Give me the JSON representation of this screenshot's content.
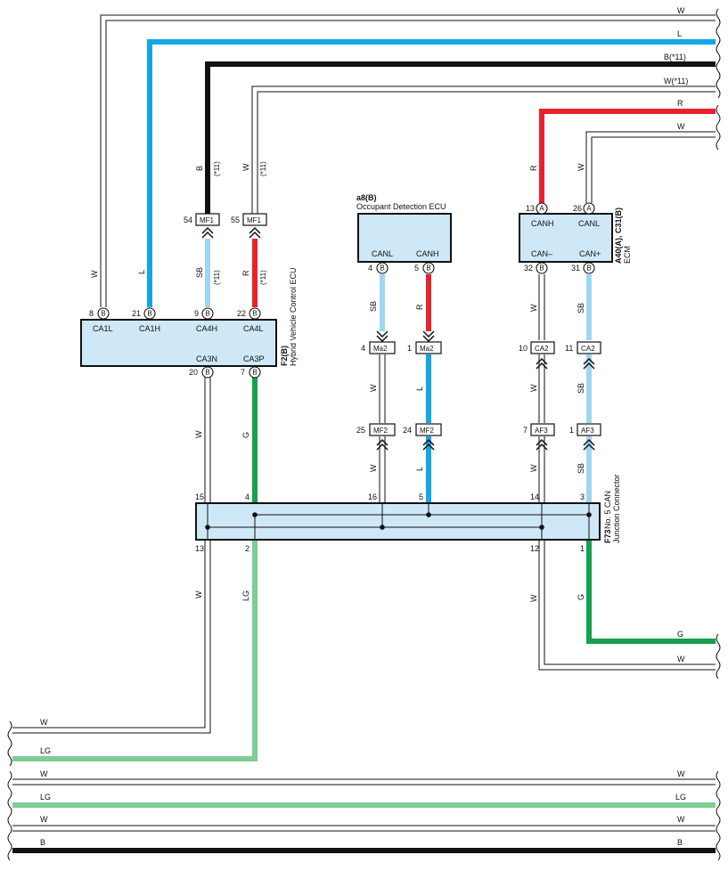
{
  "colors": {
    "blue": "#12a7e6",
    "light_blue": "#9fd6f2",
    "red": "#e8222b",
    "black": "#111111",
    "green": "#16a050",
    "light_green": "#7fcc95",
    "box_fill": "#cfe8f7"
  },
  "right_wires": [
    {
      "label": "W"
    },
    {
      "label": "L"
    },
    {
      "label": "B(*11)"
    },
    {
      "label": "W(*11)"
    },
    {
      "label": "R"
    },
    {
      "label": "W"
    },
    {
      "label": "G"
    },
    {
      "label": "W"
    }
  ],
  "left_wires": [
    {
      "label": "W"
    },
    {
      "label": "LG"
    }
  ],
  "bottom_bus": [
    {
      "left": "W",
      "right": "W"
    },
    {
      "left": "LG",
      "right": "LG"
    },
    {
      "left": "W",
      "right": "W"
    },
    {
      "left": "B",
      "right": "B"
    }
  ],
  "hv_ecu": {
    "code": "F2(B)",
    "name": "Hybrid Vehicle Control ECU",
    "top_pins": [
      {
        "num": "8",
        "tag": "B",
        "signal": "CA1L",
        "wire": "W"
      },
      {
        "num": "21",
        "tag": "B",
        "signal": "CA1H",
        "wire": "L"
      },
      {
        "num": "9",
        "tag": "B",
        "signal": "CA4H",
        "wire": "SB",
        "note": "(*11)"
      },
      {
        "num": "22",
        "tag": "B",
        "signal": "CA4L",
        "wire": "R",
        "note": "(*11)"
      }
    ],
    "bottom_pins": [
      {
        "num": "20",
        "tag": "B",
        "signal": "CA3N",
        "wire": "W"
      },
      {
        "num": "7",
        "tag": "B",
        "signal": "CA3P",
        "wire": "G"
      }
    ],
    "mf1_upper": [
      {
        "num": "54",
        "name": "MF1",
        "wire": "B",
        "note": "(*11)"
      },
      {
        "num": "55",
        "name": "MF1",
        "wire": "W",
        "note": "(*11)"
      }
    ]
  },
  "occupant_ecu": {
    "code": "a8(B)",
    "name": "Occupant Detection ECU",
    "pins": [
      {
        "num": "4",
        "tag": "B",
        "signal": "CANL",
        "wire": "SB"
      },
      {
        "num": "5",
        "tag": "B",
        "signal": "CANH",
        "wire": "R"
      }
    ],
    "ma2": [
      {
        "num": "4",
        "name": "Ma2"
      },
      {
        "num": "1",
        "name": "Ma2"
      }
    ],
    "mid_wires": [
      "W",
      "L"
    ],
    "mf2": [
      {
        "num": "25",
        "name": "MF2"
      },
      {
        "num": "24",
        "name": "MF2"
      }
    ],
    "low_wires": [
      "W",
      "L"
    ]
  },
  "ecm": {
    "code": "A40(A), C31(B)",
    "name": "ECM",
    "top_pins": [
      {
        "num": "13",
        "tag": "A",
        "signal": "CANH",
        "wire": "R"
      },
      {
        "num": "26",
        "tag": "A",
        "signal": "CANL",
        "wire": "W"
      }
    ],
    "bottom_pins": [
      {
        "num": "32",
        "tag": "B",
        "signal": "CAN–",
        "wire": "W"
      },
      {
        "num": "31",
        "tag": "B",
        "signal": "CAN+",
        "wire": "SB"
      }
    ],
    "ca2": [
      {
        "num": "10",
        "name": "CA2"
      },
      {
        "num": "11",
        "name": "CA2"
      }
    ],
    "mid_wires": [
      "W",
      "SB"
    ],
    "af3": [
      {
        "num": "7",
        "name": "AF3"
      },
      {
        "num": "1",
        "name": "AF3"
      }
    ],
    "low_wires": [
      "W",
      "SB"
    ]
  },
  "junction": {
    "code": "F73",
    "name1": "No. 5 CAN",
    "name2": "Junction Connector",
    "top_pins": [
      "15",
      "4",
      "16",
      "5",
      "14",
      "3"
    ],
    "bottom_pins": [
      "13",
      "2",
      "12",
      "1"
    ],
    "bottom_wires": [
      "W",
      "LG",
      "W",
      "G"
    ]
  }
}
